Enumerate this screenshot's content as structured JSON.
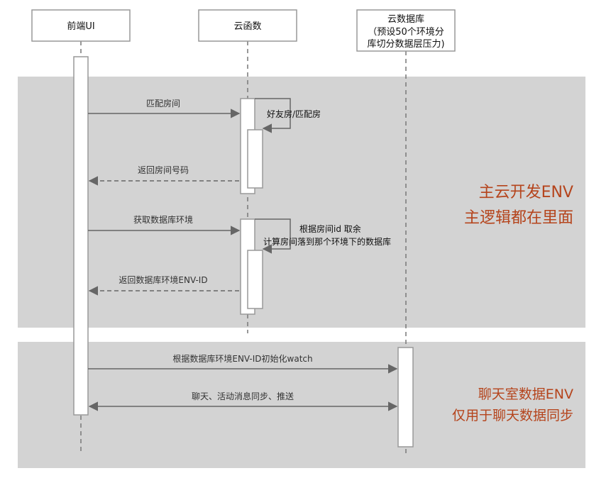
{
  "participants": [
    {
      "id": "frontend",
      "label_lines": [
        "前端UI"
      ]
    },
    {
      "id": "cloudfn",
      "label_lines": [
        "云函数"
      ]
    },
    {
      "id": "clouddb",
      "label_lines": [
        "云数据库",
        "（预设50个环境分",
        "库切分数据层压力)"
      ]
    }
  ],
  "zones": [
    {
      "id": "main-env",
      "label_lines": [
        "主云开发ENV",
        "主逻辑都在里面"
      ],
      "color": "#b5441c"
    },
    {
      "id": "chat-env",
      "label_lines": [
        "聊天室数据ENV",
        "仅用于聊天数据同步"
      ],
      "color": "#b5441c"
    }
  ],
  "messages": [
    {
      "id": "match-room",
      "label": "匹配房间",
      "style": "solid"
    },
    {
      "id": "return-room-number",
      "label": "返回房间号码",
      "style": "dashed"
    },
    {
      "id": "get-db-env",
      "label": "获取数据库环境",
      "style": "solid"
    },
    {
      "id": "return-env-id",
      "label": "返回数据库环境ENV-ID",
      "style": "dashed"
    },
    {
      "id": "init-watch",
      "label": "根据数据库环境ENV-ID初始化watch",
      "style": "solid"
    },
    {
      "id": "chat-sync",
      "label": "聊天、活动消息同步、推送",
      "style": "bidirectional"
    }
  ],
  "self_calls": [
    {
      "id": "friend-or-match",
      "label_lines": [
        "好友房/匹配房"
      ]
    },
    {
      "id": "compute-env",
      "label_lines": [
        "根据房间id 取余",
        "计算房间落到那个环境下的数据库"
      ]
    }
  ],
  "colors": {
    "zone_fill": "#d3d3d3",
    "line": "#666666",
    "activation_border": "#999999"
  }
}
